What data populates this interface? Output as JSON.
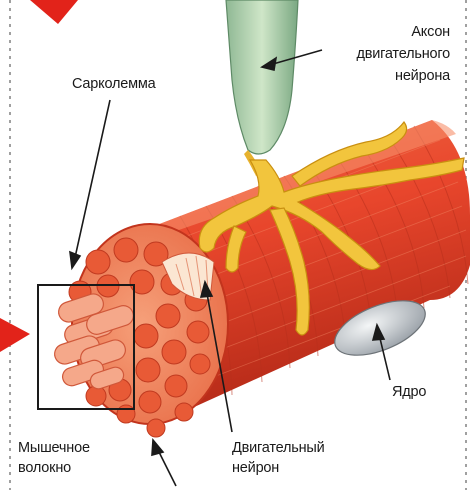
{
  "labels": {
    "axon_line1": "Аксон",
    "axon_line2": "двигательного",
    "axon_line3": "нейрона",
    "sarcolemma": "Сарколемма",
    "nucleus": "Ядро",
    "muscle_fiber_line1": "Мышечное",
    "muscle_fiber_line2": "волокно",
    "motor_neuron_line1": "Двигательный",
    "motor_neuron_line2": "нейрон"
  },
  "colors": {
    "muscle": "#e8462c",
    "muscle_dark": "#c0301c",
    "muscle_light": "#f07a55",
    "fibril": "#f5a88a",
    "nerve": "#f2c53d",
    "axon": "#b7d8b0",
    "nucleus": "#c8ccd0",
    "accent_red": "#e2231a"
  }
}
